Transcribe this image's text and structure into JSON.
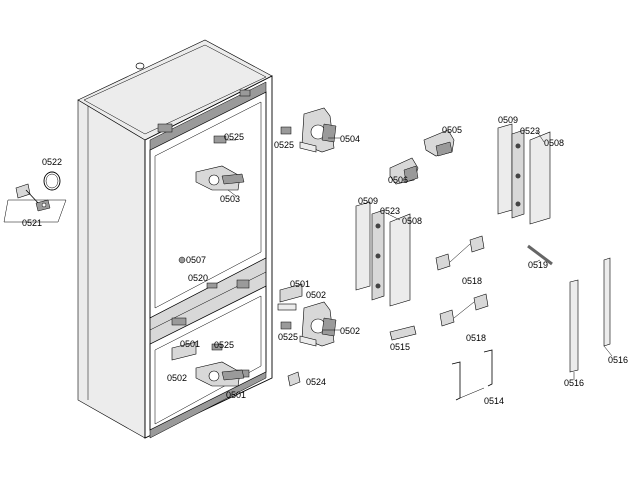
{
  "labels": {
    "l0522": "0522",
    "l0521": "0521",
    "l0525a": "0525",
    "l0525b": "0525",
    "l0504": "0504",
    "l0503": "0503",
    "l0507": "0507",
    "l0520": "0520",
    "l0501a": "0501",
    "l0502a": "0502",
    "l0525c": "0525",
    "l0502b": "0502",
    "l0501b": "0501",
    "l0525d": "0525",
    "l0502c": "0502",
    "l0501c": "0501",
    "l0524": "0524",
    "l0505": "0505",
    "l0506": "0506",
    "l0509a": "0509",
    "l0523a": "0523",
    "l0508a": "0508",
    "l0509b": "0509",
    "l0523b": "0523",
    "l0508b": "0508",
    "l0518a": "0518",
    "l0518b": "0518",
    "l0519": "0519",
    "l0515": "0515",
    "l0514": "0514",
    "l0516a": "0516",
    "l0516b": "0516"
  }
}
